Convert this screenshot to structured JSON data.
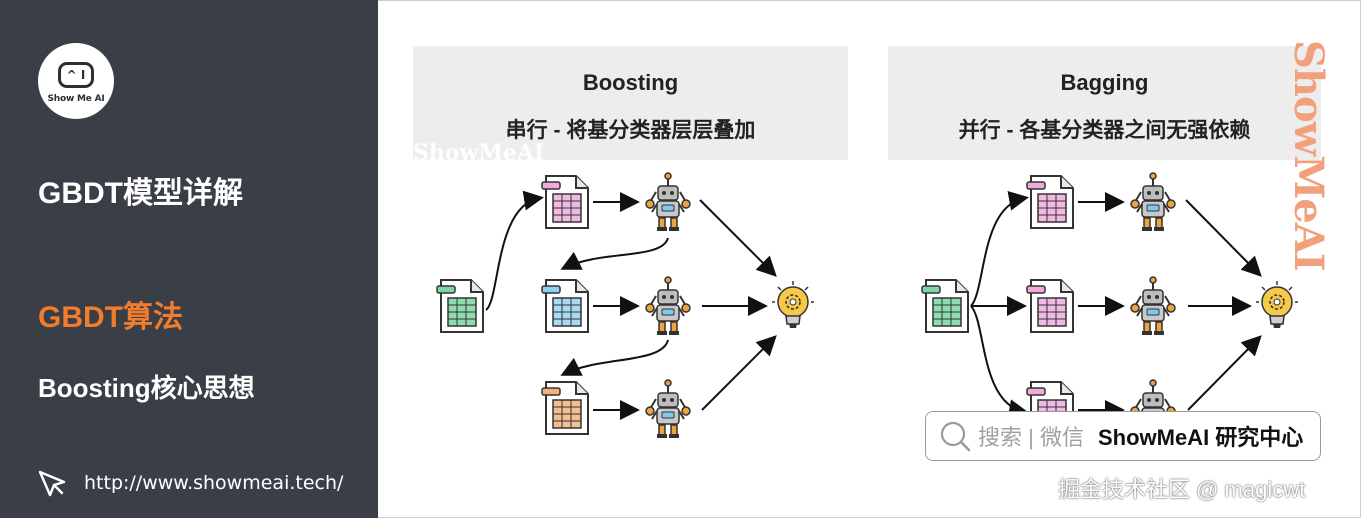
{
  "sidebar": {
    "logo_text": "Show Me AI",
    "title": "GBDT模型详解",
    "section": "GBDT算法",
    "subtitle": "Boosting核心思想",
    "link": "http://www.showmeai.tech/"
  },
  "boosting": {
    "title": "Boosting",
    "subtitle": "串行 - 将基分类器层层叠加"
  },
  "bagging": {
    "title": "Bagging",
    "subtitle": "并行 - 各基分类器之间无强依赖"
  },
  "watermarks": {
    "small": "ShowMeAI",
    "vertical": "ShowMeAI"
  },
  "search": {
    "placeholder": "搜索 | 微信",
    "brand": "ShowMeAI 研究中心"
  },
  "credit": "掘金技术社区 @ magicwt",
  "colors": {
    "sidebar_bg": "#3a3f47",
    "accent": "#f07c2c",
    "doc_pink": "#f3a8de",
    "doc_blue": "#8fd0ef",
    "doc_orange": "#f0b27a",
    "doc_green": "#7fd6a2"
  }
}
